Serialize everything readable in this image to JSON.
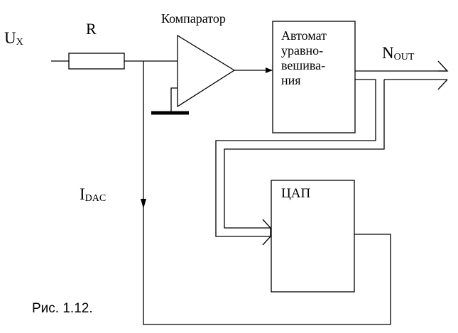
{
  "labels": {
    "input_voltage_main": "U",
    "input_voltage_sub": "X",
    "resistor": "R",
    "comparator": "Компаратор",
    "automat_lines": [
      "Автомат",
      "уравно-",
      "вешива-",
      "ния"
    ],
    "output_main": "N",
    "output_sub": "OUT",
    "dac_current_main": "I",
    "dac_current_sub": "DAC",
    "dac": "ЦАП",
    "figure_caption": "Рис. 1.12."
  },
  "style": {
    "line_color": "#000000",
    "background": "#ffffff"
  }
}
